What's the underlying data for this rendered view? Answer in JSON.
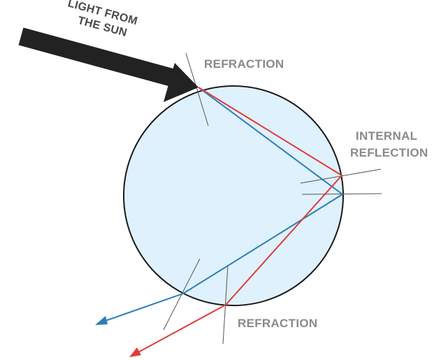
{
  "labels": {
    "sun_line1": "LIGHT FROM",
    "sun_line2": "THE SUN",
    "refraction_top": "REFRACTION",
    "internal_line1": "INTERNAL",
    "internal_line2": "REFLECTION",
    "refraction_bottom": "REFRACTION"
  },
  "colors": {
    "droplet_fill": "#dff1fc",
    "droplet_stroke": "#1a1a1a",
    "red_ray": "#e03a3a",
    "blue_ray": "#2b7fb8",
    "sunlight_arrow": "#222222",
    "label_text": "#8a8a8a"
  }
}
